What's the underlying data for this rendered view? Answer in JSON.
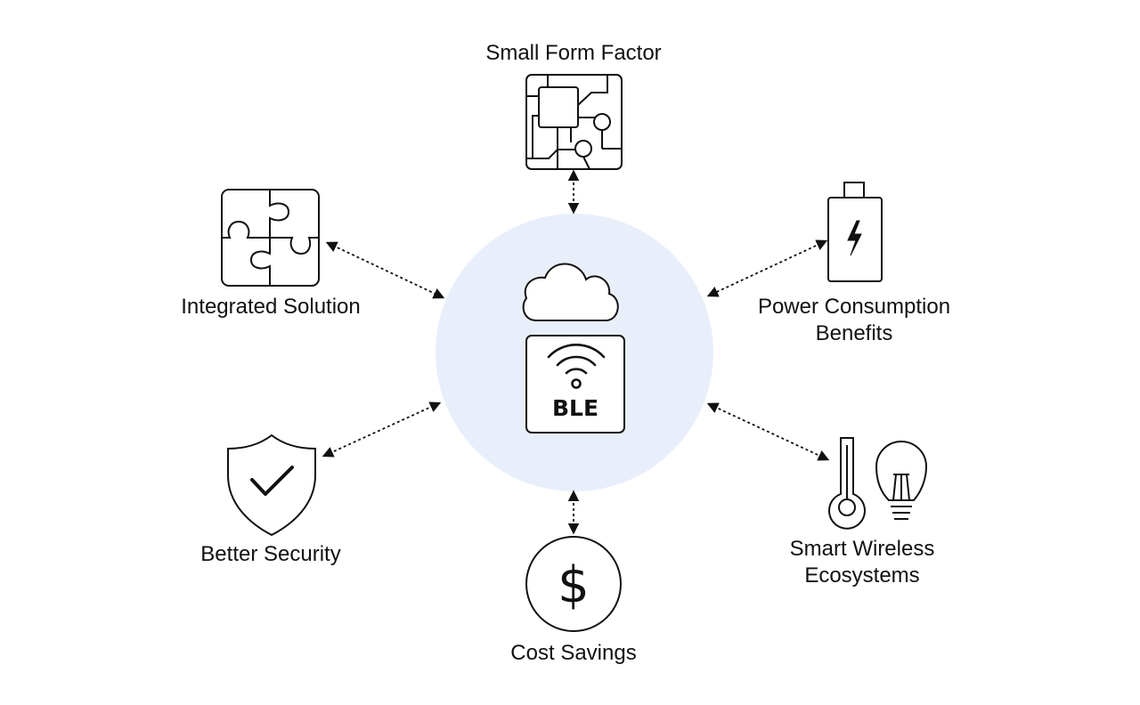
{
  "center": {
    "title": "BLE",
    "circle_color": "#e8effb",
    "top_icon": "cloud-icon",
    "chip_icon": "wireless-signal-icon"
  },
  "features": {
    "small_form_factor": {
      "label": "Small Form Factor",
      "icon": "circuit-board-icon"
    },
    "power_consumption": {
      "label_line1": "Power Consumption",
      "label_line2": "Benefits",
      "icon": "battery-charging-icon"
    },
    "smart_wireless": {
      "label_line1": "Smart Wireless",
      "label_line2": "Ecosystems",
      "icon": "thermometer-lightbulb-icon"
    },
    "cost_savings": {
      "label": "Cost Savings",
      "icon": "dollar-coin-icon"
    },
    "better_security": {
      "label": "Better Security",
      "icon": "shield-check-icon"
    },
    "integrated_solution": {
      "label": "Integrated Solution",
      "icon": "puzzle-icon"
    }
  },
  "connector_style": "dotted-double-arrow"
}
